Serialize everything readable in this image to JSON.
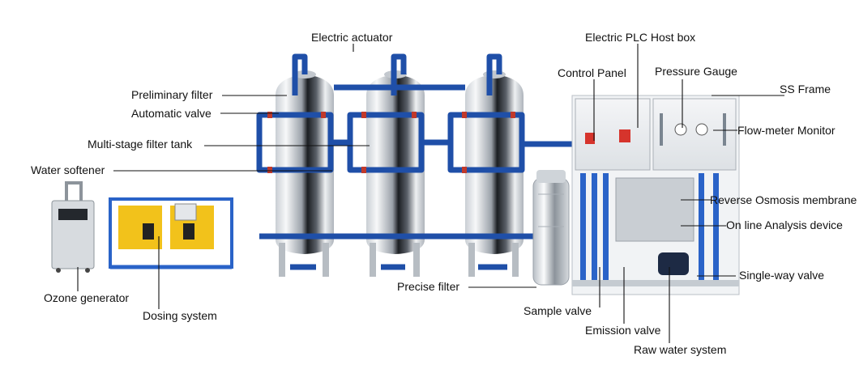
{
  "labels": {
    "electric_actuator": "Electric actuator",
    "electric_plc_host_box": "Electric PLC Host box",
    "control_panel": "Control Panel",
    "pressure_gauge": "Pressure Gauge",
    "ss_frame": "SS Frame",
    "preliminary_filter": "Preliminary filter",
    "automatic_valve": "Automatic valve",
    "multi_stage_filter_tank": "Multi-stage filter tank",
    "water_softener": "Water softener",
    "flow_meter_monitor": "Flow-meter Monitor",
    "reverse_osmosis_membrane": "Reverse Osmosis membrane",
    "online_analysis_device": "On line Analysis device",
    "single_way_valve": "Single-way valve",
    "ozone_generator": "Ozone generator",
    "dosing_system": "Dosing system",
    "precise_filter": "Precise filter",
    "sample_valve": "Sample valve",
    "emission_valve": "Emission valve",
    "raw_water_system": "Raw water system"
  },
  "colors": {
    "pipe": "#1f4fa8",
    "steel_light": "#f2f4f6",
    "steel_dark": "#1c1f24",
    "panel": "#e9ecef",
    "tank_yellow": "#f2c21b",
    "frame_blue": "#2a63c8"
  }
}
